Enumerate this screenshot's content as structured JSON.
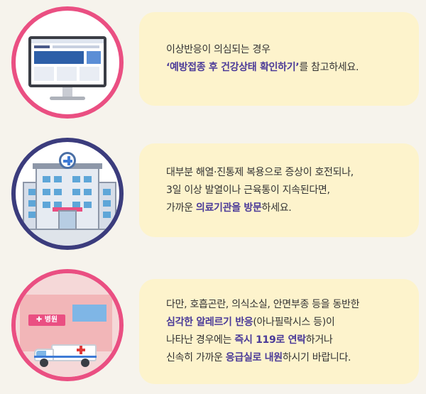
{
  "sections": [
    {
      "icon": "computer-monitor-illustration",
      "lines": [
        {
          "text": "이상반응이 의심되는 경우"
        },
        {
          "highlight": "‘예방접종 후 건강상태 확인하기’",
          "after": "를 참고하세요."
        }
      ]
    },
    {
      "icon": "hospital-building-illustration",
      "lines": [
        {
          "text": "대부분 해열·진통제 복용으로 증상이 호전되나,"
        },
        {
          "text": "3일 이상 발열이나 근육통이 지속된다면,"
        },
        {
          "before": "가까운 ",
          "highlight": "의료기관을 방문",
          "after": "하세요."
        }
      ]
    },
    {
      "icon": "hospital-ambulance-illustration",
      "sign_text": "병원",
      "lines": [
        {
          "text": "다만, 호흡곤란, 의식소실, 안면부종 등을 동반한"
        },
        {
          "highlight": "심각한 알레르기 반응",
          "after": "(아나필락시스 등)이"
        },
        {
          "before": "나타난 경우에는 ",
          "highlight": "즉시 119로 연락",
          "after": "하거나"
        },
        {
          "before": "신속히 가까운 ",
          "highlight": "응급실로 내원",
          "after": "하시기 바랍니다."
        }
      ]
    }
  ],
  "colors": {
    "background": "#f6f3ec",
    "bubble": "#fdf3cc",
    "highlight": "#4a3a98",
    "circle_pink": "#ea4f82",
    "circle_navy": "#3b3c7d"
  }
}
